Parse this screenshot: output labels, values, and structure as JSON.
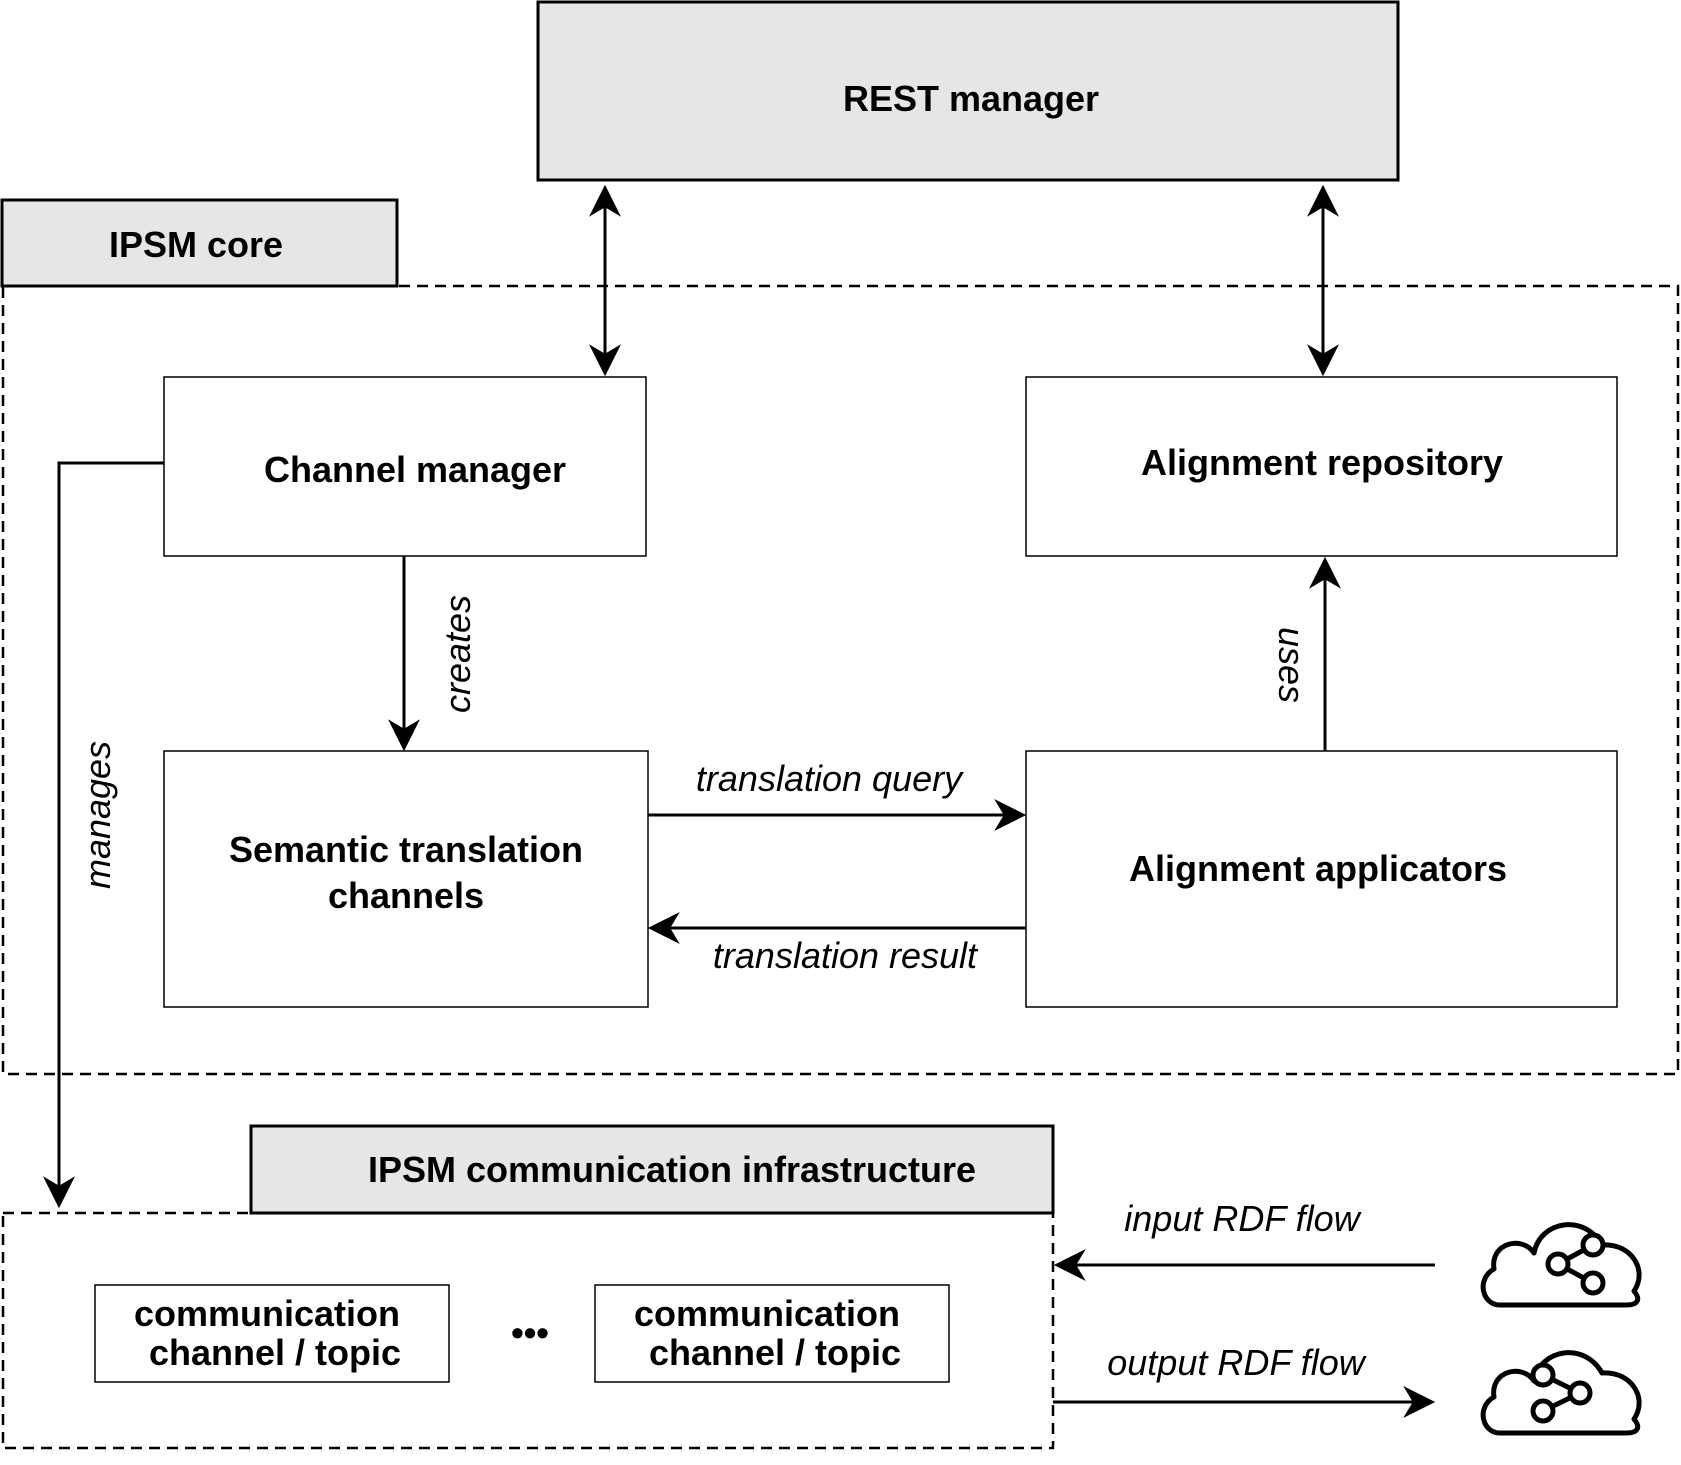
{
  "boxes": {
    "rest_manager": "REST manager",
    "ipsm_core": "IPSM core",
    "channel_manager": "Channel manager",
    "alignment_repository": "Alignment repository",
    "semantic_translation_channels": [
      "Semantic translation",
      "channels"
    ],
    "alignment_applicators": "Alignment applicators",
    "ipsm_communication_infrastructure": "IPSM communication infrastructure",
    "communication_channel_1": [
      "communication",
      "channel / topic"
    ],
    "communication_channel_2": [
      "communication",
      "channel / topic"
    ],
    "ellipsis": "•••"
  },
  "edges": {
    "creates": "creates",
    "uses": "uses",
    "manages": "manages",
    "translation_query": "translation query",
    "translation_result": "translation result",
    "input_rdf_flow": "input RDF flow",
    "output_rdf_flow": "output RDF flow"
  },
  "icons": [
    "cloud-share-icon",
    "cloud-share-icon"
  ]
}
